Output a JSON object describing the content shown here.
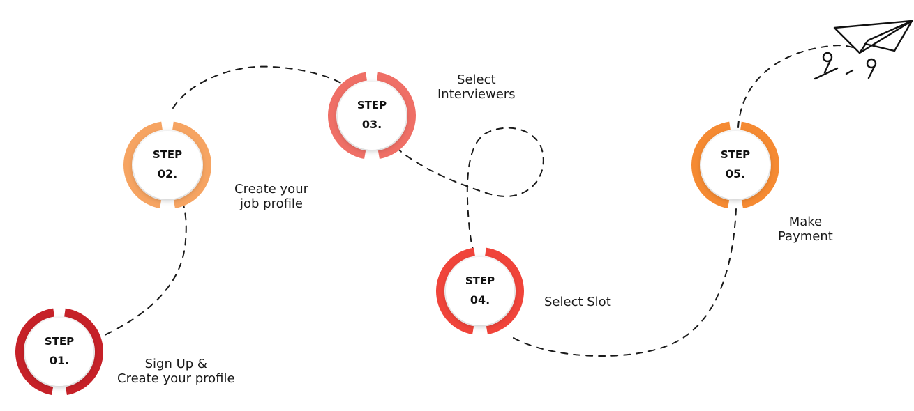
{
  "steps": [
    {
      "label": "STEP",
      "number": "01.",
      "caption_lines": [
        "Sign Up &",
        "Create your profile"
      ],
      "color": "#c62128"
    },
    {
      "label": "STEP",
      "number": "02.",
      "caption_lines": [
        "Create your",
        "job profile"
      ],
      "color": "#f6a462"
    },
    {
      "label": "STEP",
      "number": "03.",
      "caption_lines": [
        "Select",
        "Interviewers"
      ],
      "color": "#ef6f66"
    },
    {
      "label": "STEP",
      "number": "04.",
      "caption_lines": [
        "Select Slot"
      ],
      "color": "#f0443a"
    },
    {
      "label": "STEP",
      "number": "05.",
      "caption_lines": [
        "Make",
        "Payment"
      ],
      "color": "#f58a32"
    }
  ],
  "colors": {
    "path": "#1a1a1a",
    "text": "#111111",
    "background": "#ffffff"
  },
  "icons": {
    "end": "paper-plane-icon"
  }
}
